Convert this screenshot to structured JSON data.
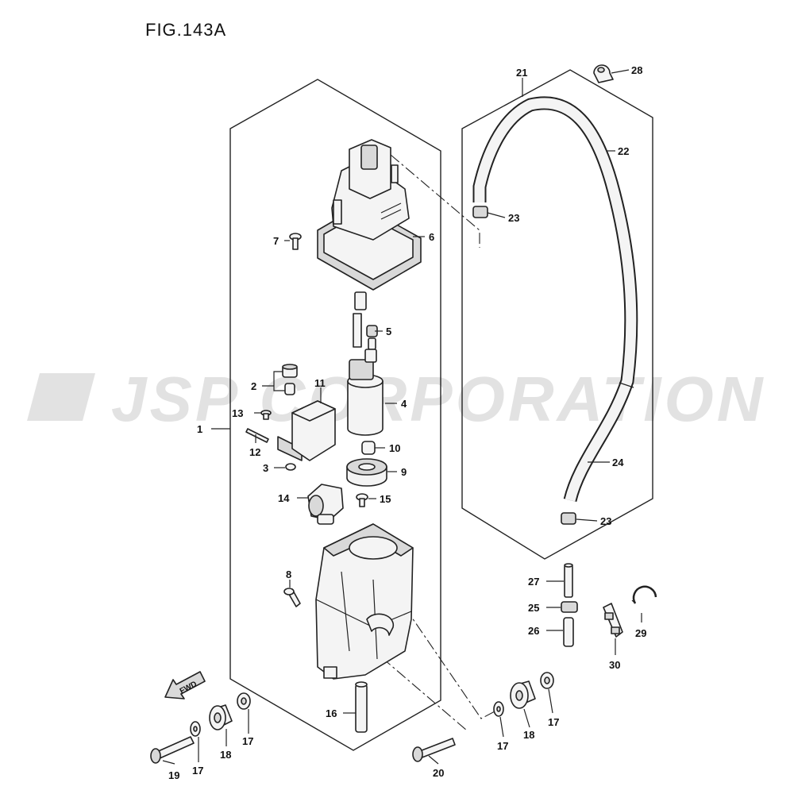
{
  "figure": {
    "title": "FIG.143A"
  },
  "watermark": {
    "text": "JSP CORPORATION"
  },
  "fwd_label": "FWD",
  "callouts": [
    {
      "key": "c1",
      "text": "1"
    },
    {
      "key": "c2",
      "text": "2"
    },
    {
      "key": "c3",
      "text": "3"
    },
    {
      "key": "c4",
      "text": "4"
    },
    {
      "key": "c5",
      "text": "5"
    },
    {
      "key": "c6",
      "text": "6"
    },
    {
      "key": "c7",
      "text": "7"
    },
    {
      "key": "c8",
      "text": "8"
    },
    {
      "key": "c9",
      "text": "9"
    },
    {
      "key": "c10",
      "text": "10"
    },
    {
      "key": "c11",
      "text": "11"
    },
    {
      "key": "c12",
      "text": "12"
    },
    {
      "key": "c13",
      "text": "13"
    },
    {
      "key": "c14",
      "text": "14"
    },
    {
      "key": "c15",
      "text": "15"
    },
    {
      "key": "c16",
      "text": "16"
    },
    {
      "key": "c17a",
      "text": "17"
    },
    {
      "key": "c17b",
      "text": "17"
    },
    {
      "key": "c17c",
      "text": "17"
    },
    {
      "key": "c17d",
      "text": "17"
    },
    {
      "key": "c18a",
      "text": "18"
    },
    {
      "key": "c18b",
      "text": "18"
    },
    {
      "key": "c19",
      "text": "19"
    },
    {
      "key": "c20",
      "text": "20"
    },
    {
      "key": "c21",
      "text": "21"
    },
    {
      "key": "c22",
      "text": "22"
    },
    {
      "key": "c23a",
      "text": "23"
    },
    {
      "key": "c23b",
      "text": "23"
    },
    {
      "key": "c24",
      "text": "24"
    },
    {
      "key": "c25",
      "text": "25"
    },
    {
      "key": "c26",
      "text": "26"
    },
    {
      "key": "c27",
      "text": "27"
    },
    {
      "key": "c28",
      "text": "28"
    },
    {
      "key": "c29",
      "text": "29"
    },
    {
      "key": "c30",
      "text": "30"
    }
  ]
}
